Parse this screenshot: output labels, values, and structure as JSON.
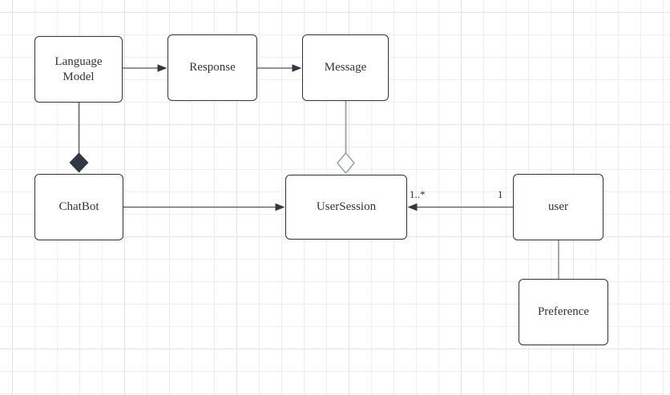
{
  "diagram": {
    "type": "uml-class-diagram",
    "classes": [
      {
        "id": "language-model",
        "label": "Language Model"
      },
      {
        "id": "response",
        "label": "Response"
      },
      {
        "id": "message",
        "label": "Message"
      },
      {
        "id": "chatbot",
        "label": "ChatBot"
      },
      {
        "id": "user-session",
        "label": "UserSession"
      },
      {
        "id": "user",
        "label": "user"
      },
      {
        "id": "preference",
        "label": "Preference"
      }
    ],
    "edges": [
      {
        "from": "Language Model",
        "to": "Response",
        "type": "directed-association"
      },
      {
        "from": "Response",
        "to": "Message",
        "type": "directed-association"
      },
      {
        "from": "ChatBot",
        "to": "Language Model",
        "type": "composition",
        "diamond_at": "ChatBot"
      },
      {
        "from": "UserSession",
        "to": "Message",
        "type": "aggregation",
        "diamond_at": "UserSession"
      },
      {
        "from": "ChatBot",
        "to": "UserSession",
        "type": "directed-association"
      },
      {
        "from": "user",
        "to": "UserSession",
        "type": "directed-association",
        "multiplicity_source": "1",
        "multiplicity_target": "1..*"
      },
      {
        "from": "user",
        "to": "Preference",
        "type": "association"
      }
    ]
  },
  "colors": {
    "box_fill": "#ffffff",
    "box_border": "#2d333d",
    "edge_dark": "#4f5663",
    "edge_gray": "#9ba0a8",
    "composition_diamond_fill": "#313845",
    "text": "#333333",
    "grid_minor": "#eeeeef",
    "grid_major": "#e3e3e6",
    "canvas_bg": "#ffffff"
  }
}
